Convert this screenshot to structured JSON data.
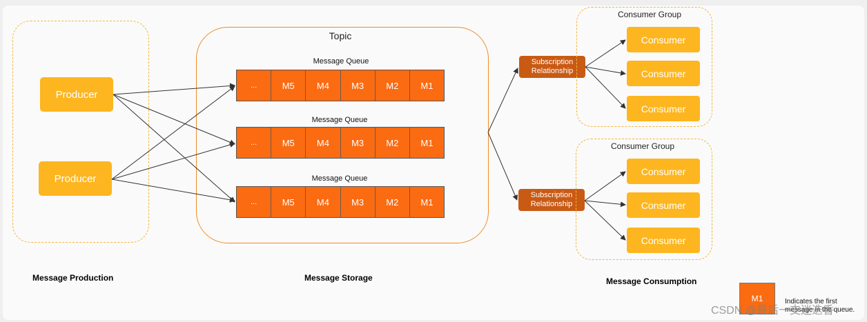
{
  "production": {
    "producers": [
      "Producer",
      "Producer"
    ],
    "label": "Message Production"
  },
  "storage": {
    "topic_title": "Topic",
    "queues": [
      {
        "label": "Message Queue",
        "cells": [
          "...",
          "M5",
          "M4",
          "M3",
          "M2",
          "M1"
        ]
      },
      {
        "label": "Message Queue",
        "cells": [
          "...",
          "M5",
          "M4",
          "M3",
          "M2",
          "M1"
        ]
      },
      {
        "label": "Message Queue",
        "cells": [
          "...",
          "M5",
          "M4",
          "M3",
          "M2",
          "M1"
        ]
      }
    ],
    "label": "Message Storage"
  },
  "consumption": {
    "subscriptions": [
      "Subscription Relationship",
      "Subscription Relationship"
    ],
    "groups": [
      {
        "title": "Consumer Group",
        "consumers": [
          "Consumer",
          "Consumer",
          "Consumer"
        ]
      },
      {
        "title": "Consumer Group",
        "consumers": [
          "Consumer",
          "Consumer",
          "Consumer"
        ]
      }
    ],
    "label": "Message Consumption"
  },
  "legend": {
    "sample": "M1",
    "text": "Indicates the first message in the queue."
  },
  "watermark": "CSDN @最后一支迷迭香",
  "colors": {
    "producer": "#fdb620",
    "queue_cell": "#fb6b12",
    "subscription": "#c95a14",
    "dashed_border": "#f5b63b",
    "topic_border": "#f08a25"
  }
}
